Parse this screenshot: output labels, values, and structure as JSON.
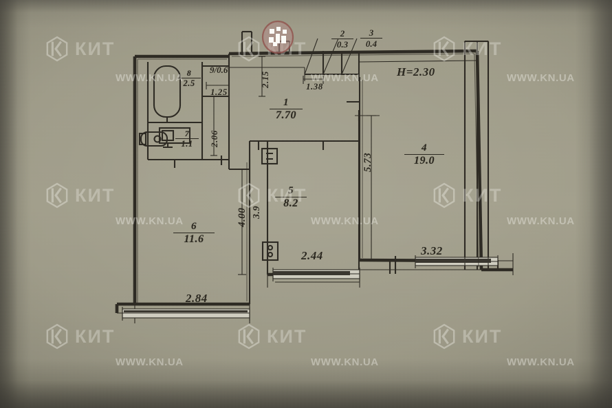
{
  "document": {
    "type": "apartment-floor-plan-scan",
    "ceiling_height_note": "H=2.30"
  },
  "rooms": [
    {
      "id": "room-1",
      "number": "1",
      "area": "7.70",
      "name_hint": "corridor"
    },
    {
      "id": "room-2",
      "number": "2",
      "area": "0.3",
      "name_hint": "closet"
    },
    {
      "id": "room-3",
      "number": "3",
      "area": "0.4",
      "name_hint": "closet"
    },
    {
      "id": "room-4",
      "number": "4",
      "area": "19.0",
      "name_hint": "living-room"
    },
    {
      "id": "room-5",
      "number": "5",
      "area": "8.2",
      "name_hint": "kitchen"
    },
    {
      "id": "room-6",
      "number": "6",
      "area": "11.6",
      "name_hint": "bedroom"
    },
    {
      "id": "room-7",
      "number": "7",
      "area": "1.1",
      "name_hint": "toilet"
    },
    {
      "id": "room-8",
      "number": "8",
      "area": "2.5",
      "name_hint": "bathroom"
    },
    {
      "id": "room-9",
      "number": "9",
      "area": "0.6",
      "name_hint": "pantry"
    }
  ],
  "dimensions": {
    "height_note": "H=2.30",
    "d_125": "1.25",
    "d_215": "2.15",
    "d_138": "1.38",
    "d_206": "2.06",
    "d_573": "5.73",
    "d_400": "4.00",
    "d_3xx": "3.9",
    "d_284": "2.84",
    "d_244": "2.44",
    "d_332": "3.32"
  },
  "watermarks": {
    "brand": "КИТ",
    "url": "WWW.KN.UA",
    "logo_icon": "hexagon-k-logo"
  }
}
